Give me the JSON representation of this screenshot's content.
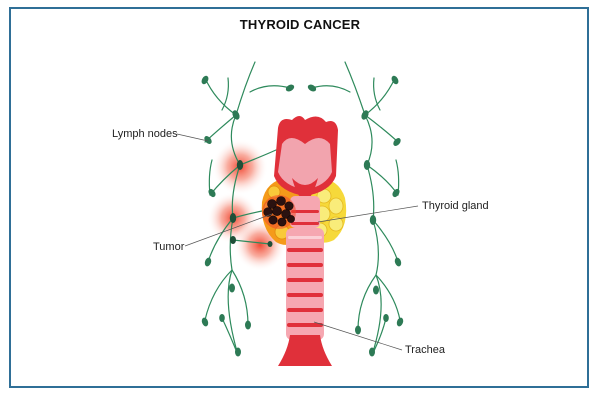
{
  "title": "THYROID CANCER",
  "labels": {
    "lymph_nodes": "Lymph nodes",
    "tumor": "Tumor",
    "thyroid_gland": "Thyroid gland",
    "trachea": "Trachea"
  },
  "colors": {
    "frame": "#2f6f97",
    "lymph_vessel": "#2e8a5c",
    "lymph_node": "#2d7a55",
    "larynx": "#e0303a",
    "larynx_light": "#f2a4ae",
    "thyroid": "#f5e14a",
    "tumor": "#2b1210",
    "inflammation": "#f04a2e"
  }
}
